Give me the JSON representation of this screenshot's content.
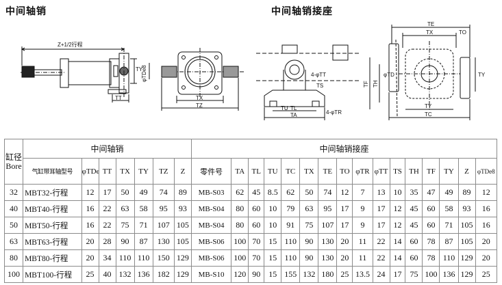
{
  "titles": {
    "left": "中间轴销",
    "right": "中间轴销接座"
  },
  "drawing_labels": {
    "left_stroke": "Z+1/2行程",
    "left_tt": "TT",
    "left_ty": "TY",
    "left_td": "φTDe8",
    "left_tx": "TX",
    "left_tz": "TZ",
    "mid_ts": "TS",
    "mid_ta": "TA",
    "mid_tl": "TL",
    "mid_tr": "4-φTR",
    "mid_tu": "TU",
    "mid_4": "4-φTT",
    "right_te": "TE",
    "right_tx": "TX",
    "right_to": "TO",
    "right_tf": "TF",
    "right_th": "TH",
    "right_td": "φTD",
    "right_ty": "TY",
    "right_tc": "TC",
    "right_ty2": "TY"
  },
  "table": {
    "bore_header": [
      "缸径",
      "Bore"
    ],
    "group_left": "中间轴销",
    "group_right": "中间轴销接座",
    "model_header": "气缸带耳轴型号",
    "left_cols": [
      "φTDe8",
      "TT",
      "TX",
      "TY",
      "TZ",
      "Z"
    ],
    "part_header": "零件号",
    "right_cols": [
      "TA",
      "TL",
      "TU",
      "TC",
      "TX",
      "TE",
      "TO",
      "φTR",
      "φTT",
      "TS",
      "TH",
      "TF",
      "TY",
      "Z",
      "φTDe8"
    ],
    "rows": [
      {
        "bore": "32",
        "model": "MBT32-行程",
        "l": [
          "12",
          "17",
          "50",
          "49",
          "74",
          "89"
        ],
        "part": "MB-S03",
        "r": [
          "62",
          "45",
          "8.5",
          "62",
          "50",
          "74",
          "12",
          "7",
          "13",
          "10",
          "35",
          "47",
          "49",
          "89",
          "12"
        ]
      },
      {
        "bore": "40",
        "model": "MBT40-行程",
        "l": [
          "16",
          "22",
          "63",
          "58",
          "95",
          "93"
        ],
        "part": "MB-S04",
        "r": [
          "80",
          "60",
          "10",
          "79",
          "63",
          "95",
          "17",
          "9",
          "17",
          "12",
          "45",
          "60",
          "58",
          "93",
          "16"
        ]
      },
      {
        "bore": "50",
        "model": "MBT50-行程",
        "l": [
          "16",
          "22",
          "75",
          "71",
          "107",
          "105"
        ],
        "part": "MB-S04",
        "r": [
          "80",
          "60",
          "10",
          "91",
          "75",
          "107",
          "17",
          "9",
          "17",
          "12",
          "45",
          "60",
          "71",
          "105",
          "16"
        ]
      },
      {
        "bore": "63",
        "model": "MBT63-行程",
        "l": [
          "20",
          "28",
          "90",
          "87",
          "130",
          "105"
        ],
        "part": "MB-S06",
        "r": [
          "100",
          "70",
          "15",
          "110",
          "90",
          "130",
          "20",
          "11",
          "22",
          "14",
          "60",
          "78",
          "87",
          "105",
          "20"
        ]
      },
      {
        "bore": "80",
        "model": "MBT80-行程",
        "l": [
          "20",
          "34",
          "110",
          "110",
          "150",
          "129"
        ],
        "part": "MB-S06",
        "r": [
          "100",
          "70",
          "15",
          "110",
          "90",
          "130",
          "20",
          "11",
          "22",
          "14",
          "60",
          "78",
          "110",
          "129",
          "20"
        ]
      },
      {
        "bore": "100",
        "model": "MBT100-行程",
        "l": [
          "25",
          "40",
          "132",
          "136",
          "182",
          "129"
        ],
        "part": "MB-S10",
        "r": [
          "120",
          "90",
          "15",
          "155",
          "132",
          "180",
          "25",
          "13.5",
          "24",
          "17",
          "75",
          "100",
          "136",
          "129",
          "25"
        ]
      }
    ]
  }
}
